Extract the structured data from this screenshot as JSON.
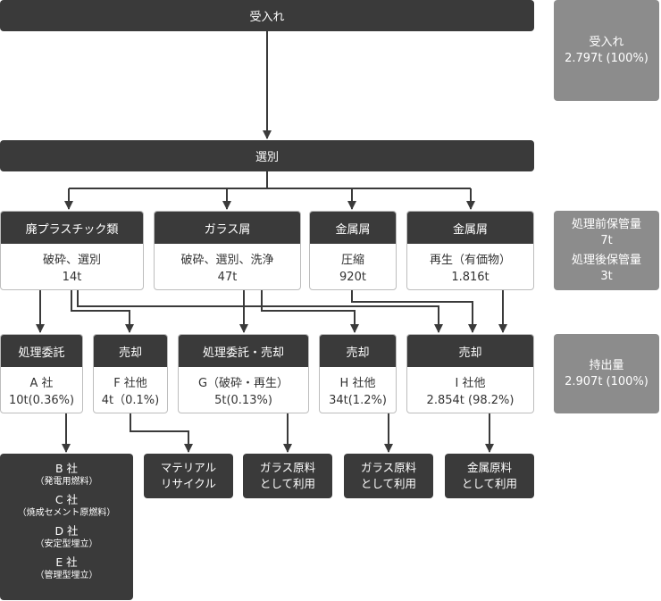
{
  "top": {
    "label": "受入れ"
  },
  "sort": {
    "label": "選別"
  },
  "stage1": [
    {
      "head": "廃プラスチック類",
      "line1": "破砕、選別",
      "line2": "14t"
    },
    {
      "head": "ガラス屑",
      "line1": "破砕、選別、洗浄",
      "line2": "47t"
    },
    {
      "head": "金属屑",
      "line1": "圧縮",
      "line2": "920t"
    },
    {
      "head": "金属屑",
      "line1": "再生（有価物）",
      "line2": "1.816t"
    }
  ],
  "stage2": [
    {
      "head": "処理委託",
      "line1": "A 社",
      "line2": "10t(0.36%)"
    },
    {
      "head": "売却",
      "line1": "F 社他",
      "line2": "4t（0.1%)"
    },
    {
      "head": "処理委託・売却",
      "line1": "G（破砕・再生）",
      "line2": "5t(0.13%)"
    },
    {
      "head": "売却",
      "line1": "H 社他",
      "line2": "34t(1.2%)"
    },
    {
      "head": "売却",
      "line1": "I 社他",
      "line2": "2.854t (98.2%)"
    }
  ],
  "final": {
    "companies": [
      {
        "name": "B 社",
        "note": "（発電用燃料）"
      },
      {
        "name": "C 社",
        "note": "（焼成セメント原燃料）"
      },
      {
        "name": "D 社",
        "note": "（安定型埋立）"
      },
      {
        "name": "E 社",
        "note": "（管理型埋立）"
      }
    ],
    "outputs": [
      {
        "line1": "マテリアル",
        "line2": "リサイクル"
      },
      {
        "line1": "ガラス原料",
        "line2": "として利用"
      },
      {
        "line1": "ガラス原料",
        "line2": "として利用"
      },
      {
        "line1": "金属原料",
        "line2": "として利用"
      }
    ]
  },
  "side": {
    "received": {
      "title": "受入れ",
      "value": "2.797t (100%)"
    },
    "storage": {
      "before_title": "処理前保管量",
      "before_value": "7t",
      "after_title": "処理後保管量",
      "after_value": "3t"
    },
    "shipped": {
      "title": "持出量",
      "value": "2.907t (100%)"
    }
  }
}
